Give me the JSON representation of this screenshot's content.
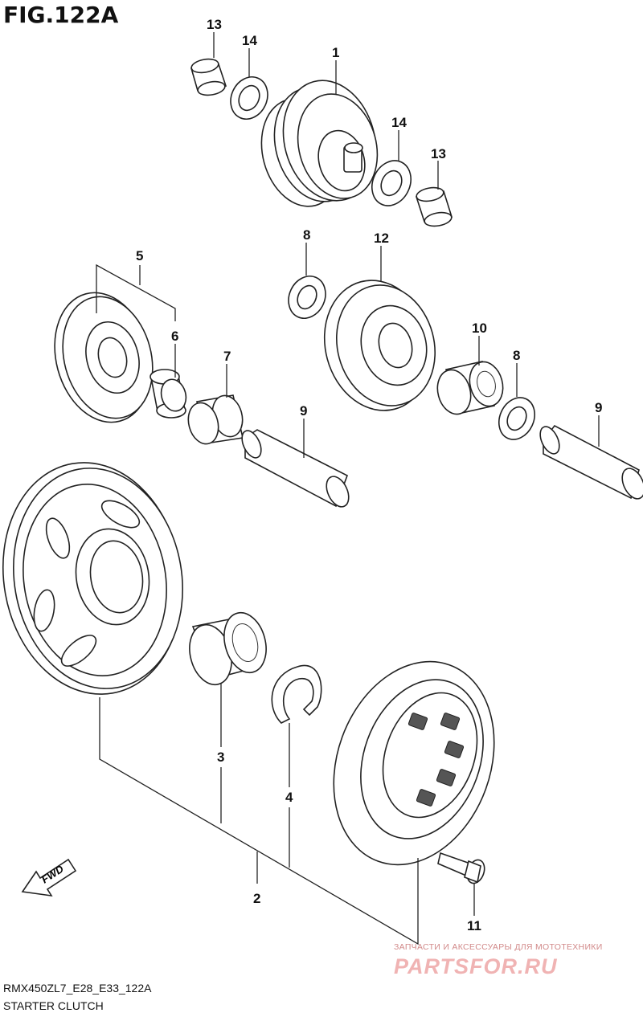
{
  "figure": {
    "title": "FIG.122A",
    "model_code": "RMX450ZL7_E28_E33_122A",
    "section_name": "STARTER CLUTCH"
  },
  "callouts": [
    {
      "id": "c1",
      "label": "1"
    },
    {
      "id": "c2",
      "label": "2"
    },
    {
      "id": "c3",
      "label": "3"
    },
    {
      "id": "c4",
      "label": "4"
    },
    {
      "id": "c5",
      "label": "5"
    },
    {
      "id": "c6",
      "label": "6"
    },
    {
      "id": "c7",
      "label": "7"
    },
    {
      "id": "c8a",
      "label": "8"
    },
    {
      "id": "c8b",
      "label": "8"
    },
    {
      "id": "c9a",
      "label": "9"
    },
    {
      "id": "c9b",
      "label": "9"
    },
    {
      "id": "c10",
      "label": "10"
    },
    {
      "id": "c11",
      "label": "11"
    },
    {
      "id": "c12",
      "label": "12"
    },
    {
      "id": "c13a",
      "label": "13"
    },
    {
      "id": "c13b",
      "label": "13"
    },
    {
      "id": "c14a",
      "label": "14"
    },
    {
      "id": "c14b",
      "label": "14"
    }
  ],
  "fwd_arrow": {
    "label": "FWD"
  },
  "watermark": {
    "tagline": "ЗАПЧАСТИ И АКСЕССУАРЫ ДЛЯ МОТОТЕХНИКИ",
    "logo": "PARTSFOR.RU"
  }
}
